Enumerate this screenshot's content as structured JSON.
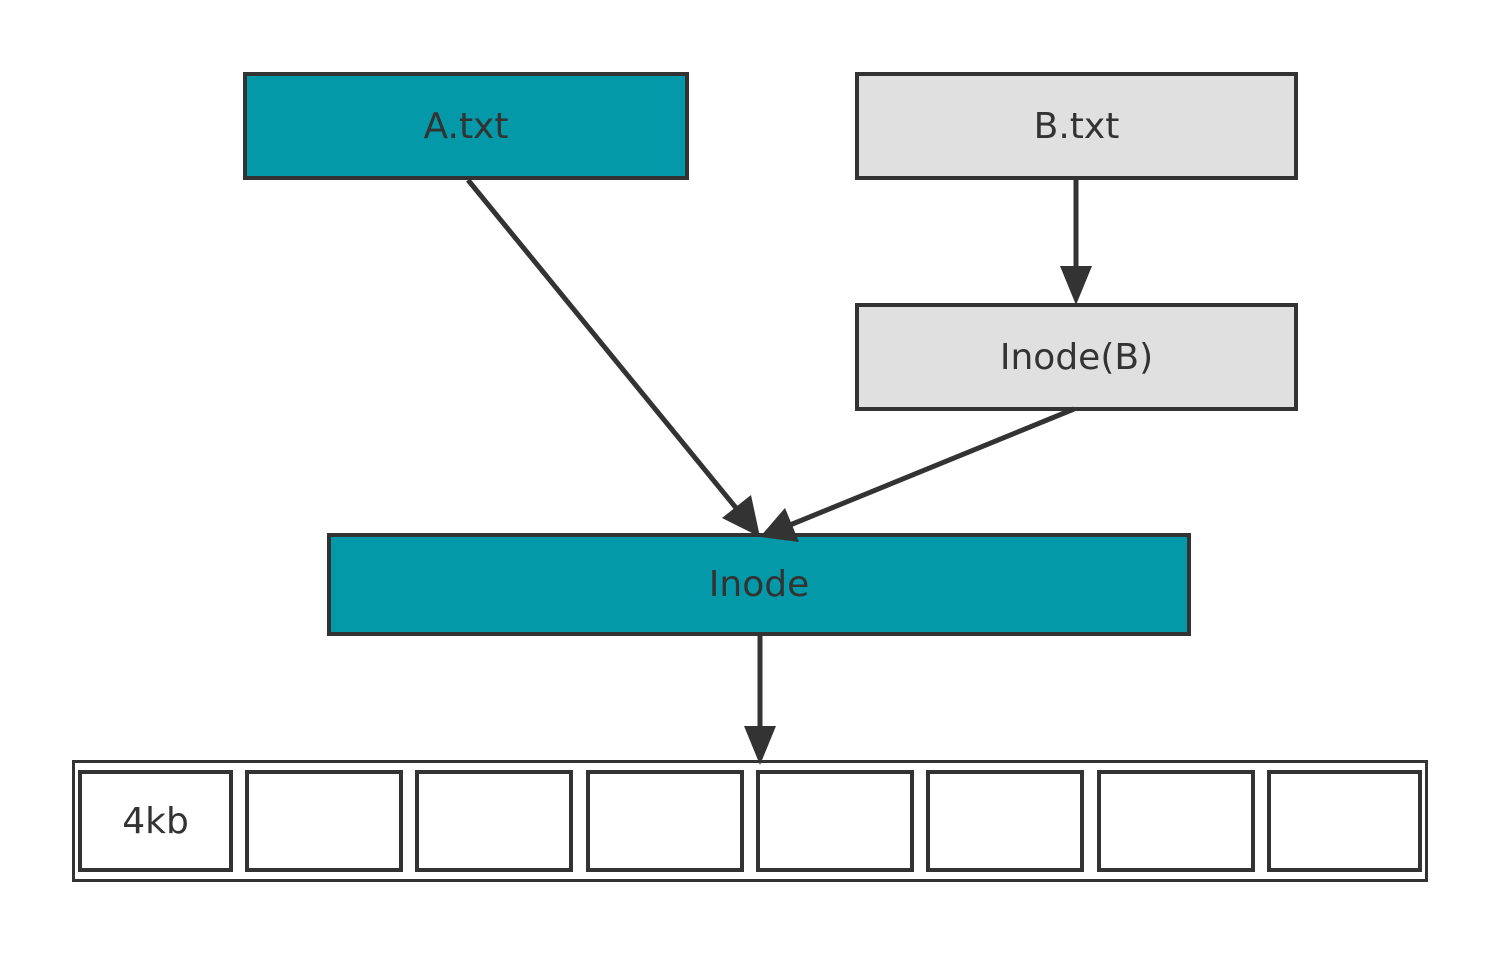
{
  "nodes": {
    "a_txt": {
      "label": "A.txt",
      "fill": "#0399a8"
    },
    "b_txt": {
      "label": "B.txt",
      "fill": "#e0e0e0"
    },
    "inode_b": {
      "label": "Inode(B)",
      "fill": "#e0e0e0"
    },
    "inode": {
      "label": "Inode",
      "fill": "#0399a8"
    }
  },
  "blocks": {
    "labels": [
      "4kb",
      "",
      "",
      "",
      "",
      "",
      "",
      ""
    ]
  },
  "colors": {
    "stroke": "#333333",
    "text": "#333333",
    "accent": "#0399a8",
    "neutral": "#e0e0e0"
  }
}
